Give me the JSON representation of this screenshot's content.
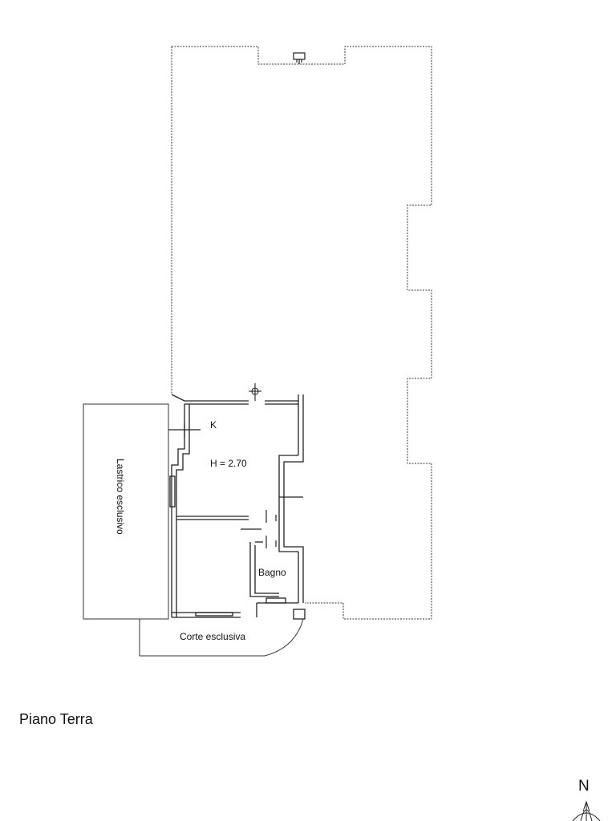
{
  "plan": {
    "rooms": {
      "kitchen": "K",
      "height": "H = 2.70",
      "terrace": "Lastrico esclusivo",
      "bathroom": "Bagno",
      "courtyard": "Corte esclusiva"
    },
    "floor_title": "Piano Terra",
    "north": "N"
  }
}
